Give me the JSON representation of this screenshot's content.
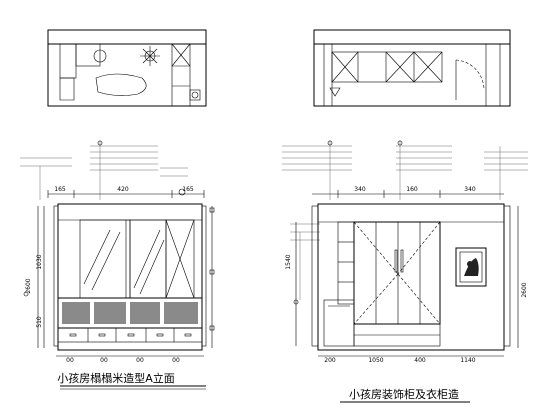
{
  "drawing_a": {
    "title": "小孩房榻榻米造型A立面",
    "dims_top": [
      "165",
      "420",
      "165"
    ],
    "dims_bottom": [
      "00",
      "00",
      "00",
      "00"
    ],
    "dim_left_height": "2600",
    "dim_left_mid": "1030",
    "dim_left_low": "510"
  },
  "drawing_b": {
    "title": "小孩房装饰柜及衣柜造",
    "dims_top": [
      "340",
      "160",
      "340"
    ],
    "dims_bottom": [
      "200",
      "1050",
      "400",
      "1140"
    ],
    "dim_left": "1540",
    "dim_right": "2600"
  }
}
